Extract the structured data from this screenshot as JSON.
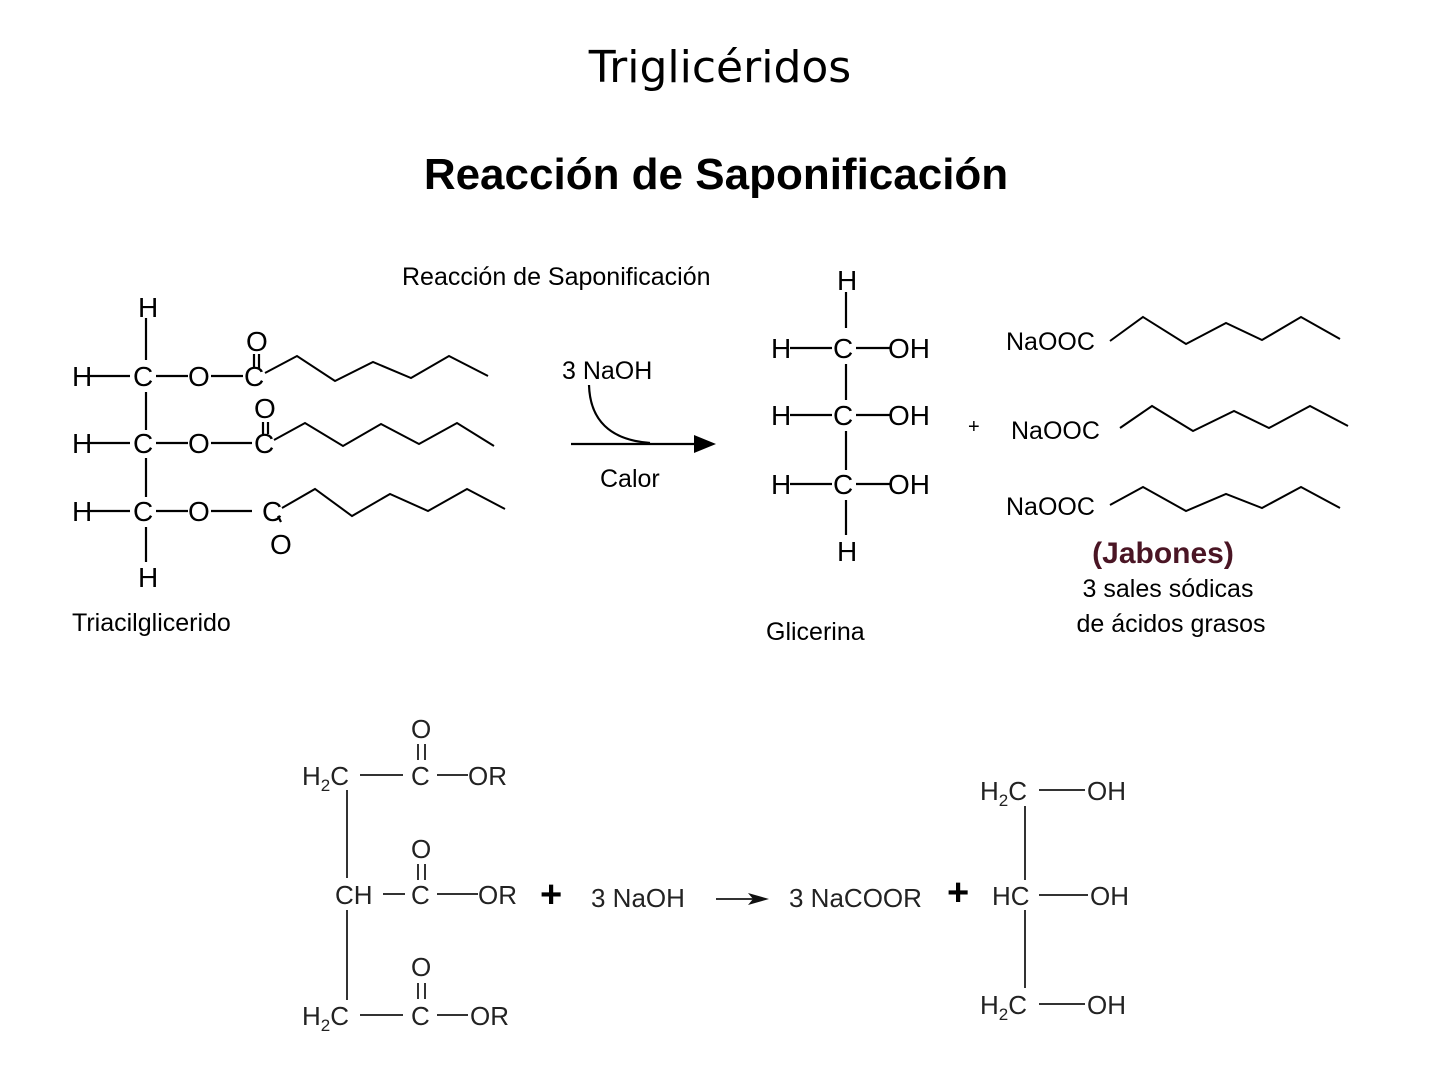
{
  "slide": {
    "title": "Triglicéridos",
    "subtitle": "Reacción de Saponificación"
  },
  "diagram_top": {
    "caption": "Reacción de Saponificación",
    "reactant": {
      "label": "Triacilglicerido",
      "atoms": {
        "H": "H",
        "C": "C",
        "O": "O"
      }
    },
    "reagent": "3 NaOH",
    "condition": "Calor",
    "product_glycerol": {
      "label": "Glicerina",
      "oh": "OH"
    },
    "plus": "+",
    "product_soap": {
      "groups": [
        "NaOOC",
        "NaOOC",
        "NaOOC"
      ],
      "title": "(Jabones)",
      "desc_line1": "3 sales sódicas",
      "desc_line2": "de ácidos grasos",
      "title_color": "#4a1524"
    }
  },
  "diagram_bottom": {
    "reactant": {
      "rows": [
        {
          "left": "H",
          "left_sub": "2",
          "left_c": "C",
          "carbonyl_o": "O",
          "carbonyl_c": "C",
          "right": "OR"
        },
        {
          "left": "CH",
          "left_sub": "",
          "left_c": "",
          "carbonyl_o": "O",
          "carbonyl_c": "C",
          "right": "OR"
        },
        {
          "left": "H",
          "left_sub": "2",
          "left_c": "C",
          "carbonyl_o": "O",
          "carbonyl_c": "C",
          "right": "OR"
        }
      ]
    },
    "plus1": "+",
    "reagent": "3 NaOH",
    "product1": "3 NaCOOR",
    "plus2": "+",
    "product2": {
      "rows": [
        {
          "left": "H",
          "left_sub": "2",
          "left_c": "C",
          "right": "OH"
        },
        {
          "left": "HC",
          "left_sub": "",
          "left_c": "",
          "right": "OH"
        },
        {
          "left": "H",
          "left_sub": "2",
          "left_c": "C",
          "right": "OH"
        }
      ]
    }
  }
}
